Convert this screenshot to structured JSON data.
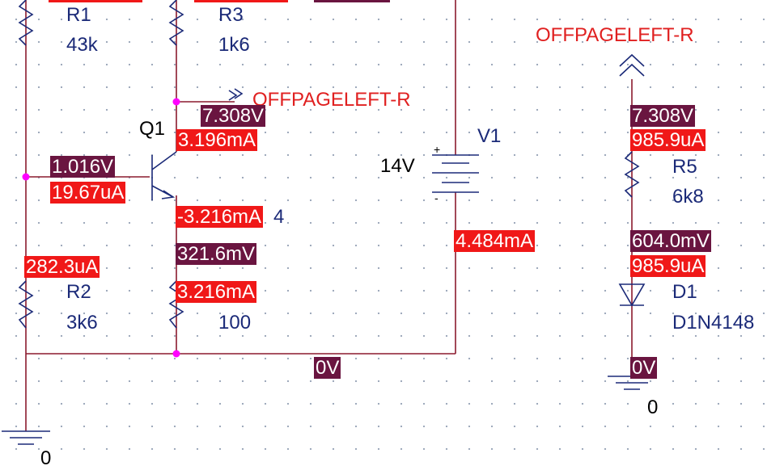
{
  "components": {
    "r1": {
      "ref": "R1",
      "value": "43k"
    },
    "r3": {
      "ref": "R3",
      "value": "1k6"
    },
    "r2": {
      "ref": "R2",
      "value": "3k6"
    },
    "r4": {
      "ref": "4",
      "value": "100"
    },
    "r5": {
      "ref": "R5",
      "value": "6k8"
    },
    "q1": {
      "ref": "Q1"
    },
    "v1": {
      "ref": "V1",
      "value": "14V",
      "plus": "+",
      "minus": "-"
    },
    "d1": {
      "ref": "D1",
      "value": "D1N4148"
    }
  },
  "offpage": {
    "center": "OFFPAGELEFT-R",
    "right": "OFFPAGELEFT-R"
  },
  "grounds": {
    "left": "0",
    "right": "0"
  },
  "markers": {
    "collector_v": "7.308V",
    "collector_i": "3.196mA",
    "base_v": "1.016V",
    "base_i": "19.67uA",
    "emitter_i": "-3.216mA",
    "emitter_v": "321.6mV",
    "re_i": "3.216mA",
    "r2_i": "282.3uA",
    "v1_i": "4.484mA",
    "gnd_v": "0V",
    "r5_v": "7.308V",
    "r5_i": "985.9uA",
    "d1_v": "604.0mV",
    "d1_i": "985.9uA",
    "gnd2_v": "0V"
  },
  "colors": {
    "wire": "#8b1a2e",
    "part": "#1b2a78",
    "voltage_marker": "#6a1540",
    "current_marker": "#f01818",
    "node_dot": "#ff00ff"
  }
}
